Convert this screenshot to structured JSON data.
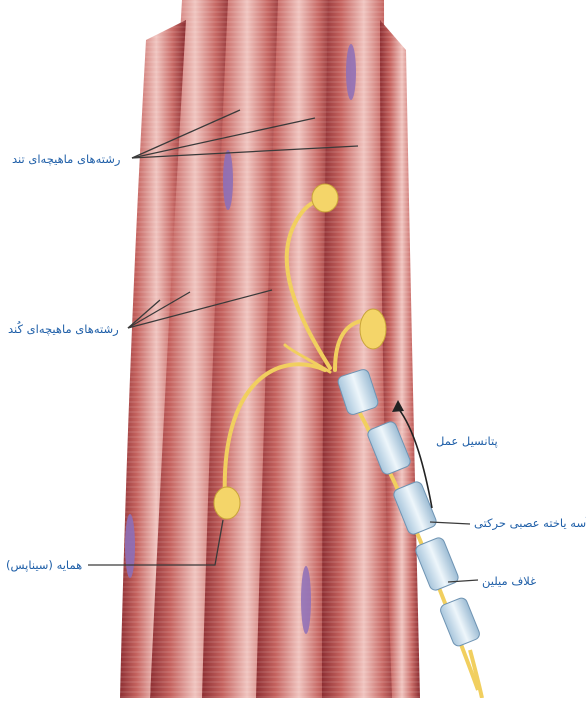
{
  "labels": {
    "fast_fibers": "رشته‌های ماهیچه‌ای تند",
    "slow_fibers": "رشته‌های ماهیچه‌ای کُند",
    "synapse": "همایه (سیناپس)",
    "action_potential": "پتانسیل عمل",
    "motor_axon": "آسه یاخته عصبی حرکتی",
    "myelin": "غلاف میلین"
  },
  "colors": {
    "muscle_dark": "#9c3b3d",
    "muscle_light": "#e8b0ad",
    "nucleus": "#8d6fb8",
    "nerve": "#f1cf5f",
    "myelin": "#d9e8f3",
    "label_text": "#1f5fa8",
    "leader_line": "#3a3a3a"
  },
  "icons": {
    "arrow": "curved-arrow-icon"
  }
}
